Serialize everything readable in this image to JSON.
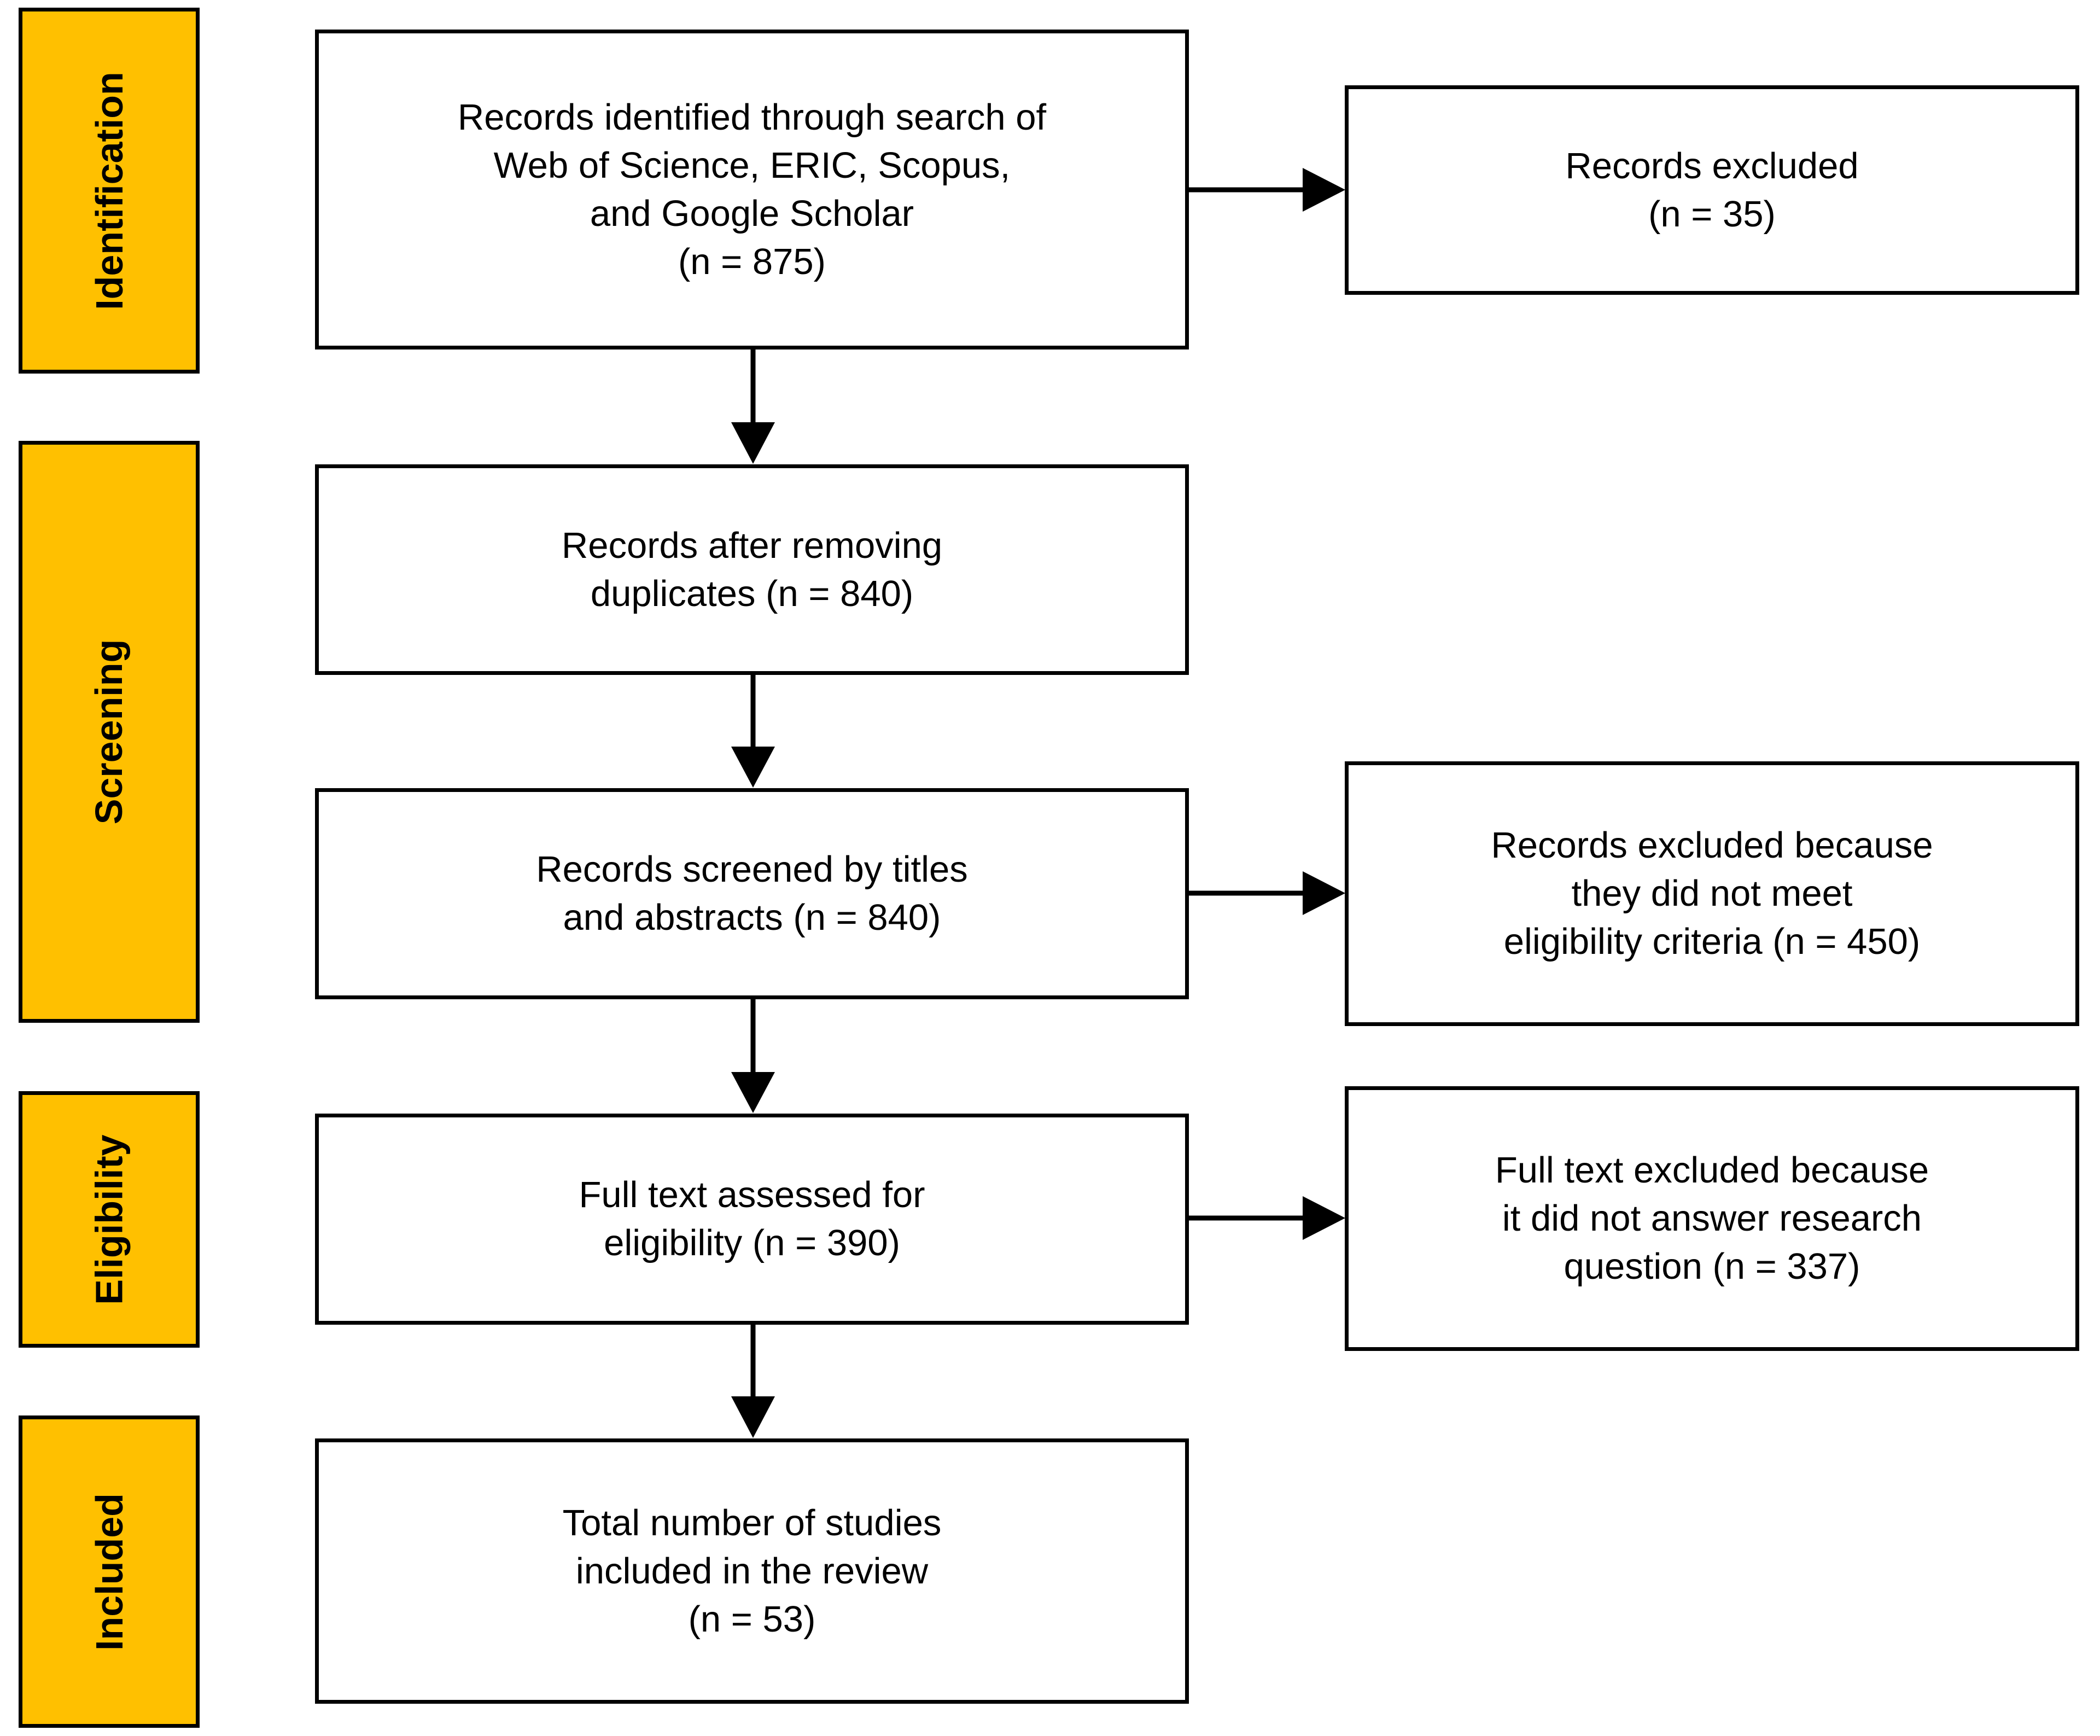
{
  "colors": {
    "phase_fill": "#FFC000",
    "border": "#000000",
    "box_fill": "#FFFFFF",
    "text": "#000000"
  },
  "phases": [
    {
      "id": "identification",
      "label": "Identification"
    },
    {
      "id": "screening",
      "label": "Screening"
    },
    {
      "id": "eligibility",
      "label": "Eligibility"
    },
    {
      "id": "included",
      "label": "Included"
    }
  ],
  "boxes": {
    "identified": "Records identified through search of\nWeb of Science, ERIC, Scopus,\nand Google Scholar\n(n = 875)",
    "excluded_initial": "Records excluded\n(n = 35)",
    "after_duplicates": "Records after removing\nduplicates (n = 840)",
    "screened": "Records screened by titles\nand abstracts (n = 840)",
    "excluded_screening": "Records excluded because\nthey did not meet\neligibility criteria (n = 450)",
    "full_text_assessed": "Full text assessed for\neligibility (n = 390)",
    "full_text_excluded": "Full text excluded because\nit did not answer research\nquestion (n = 337)",
    "included_total": "Total number of studies\nincluded in the review\n(n = 53)"
  }
}
